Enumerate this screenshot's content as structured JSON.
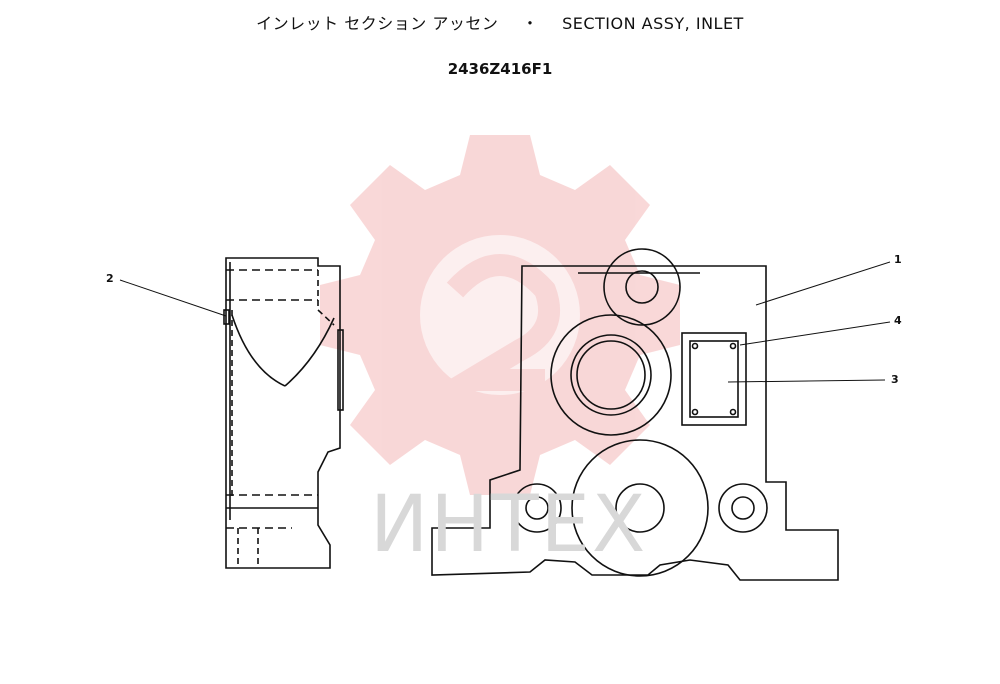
{
  "header": {
    "title_jp": "インレット セクション アッセン",
    "separator": "・",
    "title_en": "SECTION ASSY, INLET",
    "part_number": "2436Z416F1"
  },
  "watermark": {
    "text": "ИНТЕХ",
    "color": "#f4b8b8"
  },
  "callouts": [
    "1",
    "2",
    "3",
    "4"
  ]
}
